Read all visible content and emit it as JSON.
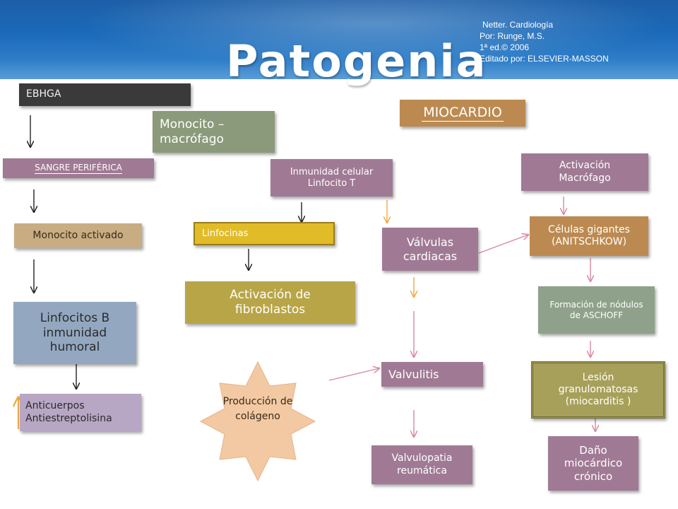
{
  "title": "Patogenia",
  "reference": {
    "line1": "Netter. Cardiología",
    "line2": "Por: Runge, M.S.",
    "line3": "1ª ed.© 2006",
    "line4": "Editado por: ELSEVIER-MASSON"
  },
  "nodes": {
    "ebhga": "EBHGA",
    "monocito_macrofago": "Monocito – macrófago",
    "miocardio": "MIOCARDIO",
    "sangre_periferica": "SANGRE PERIFÉRICA",
    "inmunidad_celular": "Inmunidad celular Linfocito T",
    "activacion_macrofago": "Activación Macrófago",
    "monocito_activado": "Monocito activado",
    "linfocinas": "Linfocinas",
    "valvulas_cardiacas": "Válvulas cardiacas",
    "celulas_gigantes": "Células gigantes (ANITSCHKOW)",
    "activacion_fibroblastos": "Activación de fibroblastos",
    "formacion_nodulos": "Formación de nódulos de ASCHOFF",
    "linfocitos_b": "Linfocitos B inmunidad humoral",
    "produccion_colageno": "Producción de colágeno",
    "valvulitis": "Valvulitis",
    "lesion_granulomatosas": "Lesión granulomatosas (miocarditis )",
    "anticuerpos": "Anticuerpos Antiestreptolisina",
    "valvulopatia": "Valvulopatia reumática",
    "dano_miocardico": "Daño miocárdico crónico"
  },
  "colors": {
    "header": "#1a69b8",
    "arrow_black": "#222222",
    "arrow_orange": "#f0a840",
    "arrow_pink": "#d8899a"
  }
}
